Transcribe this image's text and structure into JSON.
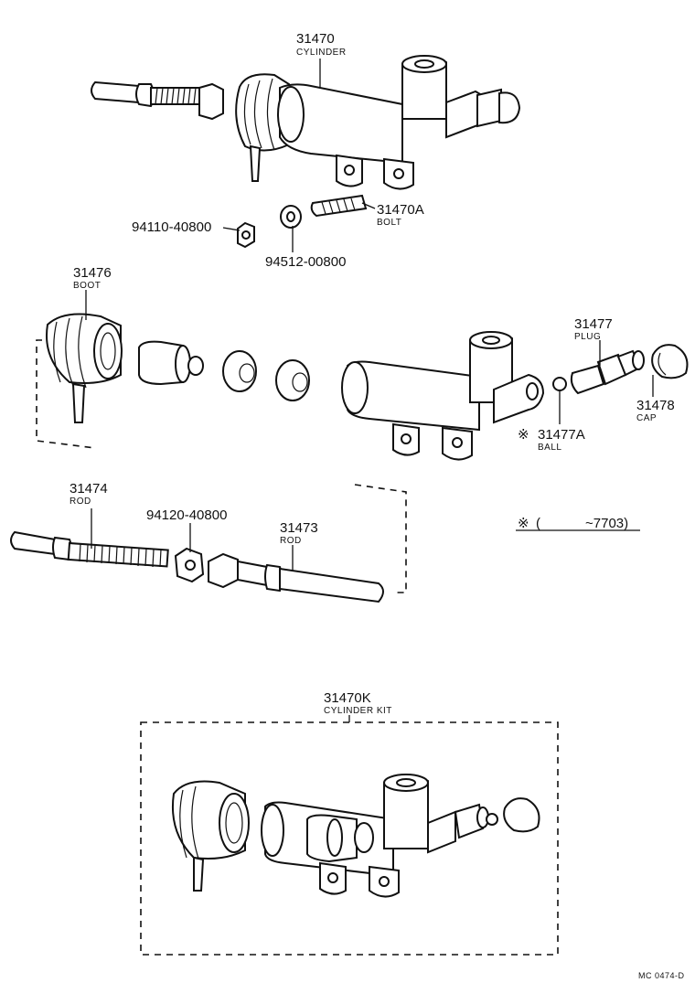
{
  "parts": {
    "cylinder": {
      "number": "31470",
      "name": "CYLINDER"
    },
    "nut_40800": {
      "number": "94110-40800"
    },
    "washer": {
      "number": "94512-00800"
    },
    "bolt": {
      "number": "31470A",
      "name": "BOLT"
    },
    "boot": {
      "number": "31476",
      "name": "BOOT"
    },
    "plug": {
      "number": "31477",
      "name": "PLUG"
    },
    "cap": {
      "number": "31478",
      "name": "CAP"
    },
    "ball": {
      "number": "31477A",
      "name": "BALL",
      "mark": "※"
    },
    "rod_31474": {
      "number": "31474",
      "name": "ROD"
    },
    "nut_rod": {
      "number": "94120-40800"
    },
    "rod_31473": {
      "number": "31473",
      "name": "ROD"
    },
    "cylinder_kit": {
      "number": "31470K",
      "name": "CYLINDER KIT"
    }
  },
  "note": {
    "mark": "※",
    "open": "(",
    "range": "~7703)"
  },
  "footer": {
    "code": "MC 0474-D"
  }
}
